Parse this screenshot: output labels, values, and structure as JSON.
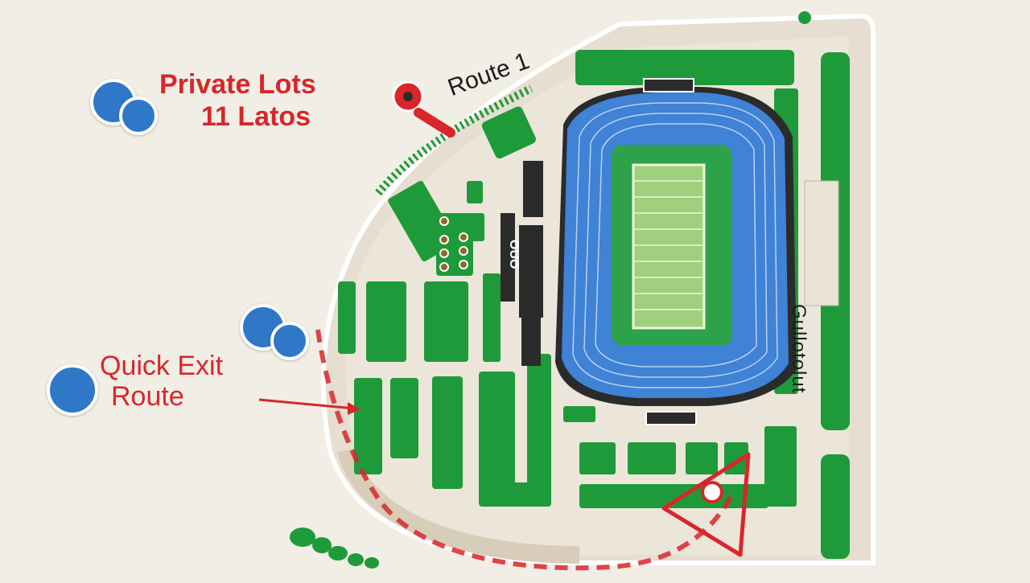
{
  "map": {
    "legend": {
      "private_lots_line1": "Private Lots",
      "private_lots_line2": "11 Latos",
      "quick_exit_line1": "Quick Exit",
      "quick_exit_line2": "Route"
    },
    "route_label": "Route 1",
    "east_sign": "Gullotolut",
    "gate_sign": "OUO",
    "colors": {
      "background": "#f1eee6",
      "road": "#e4dccd",
      "lot_green": "#1f9a3a",
      "seating_blue": "#3f82d6",
      "field_green": "#2ea24a",
      "legend_blue": "#2f78c8",
      "route_red": "#d9262b",
      "stadium_dark": "#2b2b2b"
    }
  }
}
